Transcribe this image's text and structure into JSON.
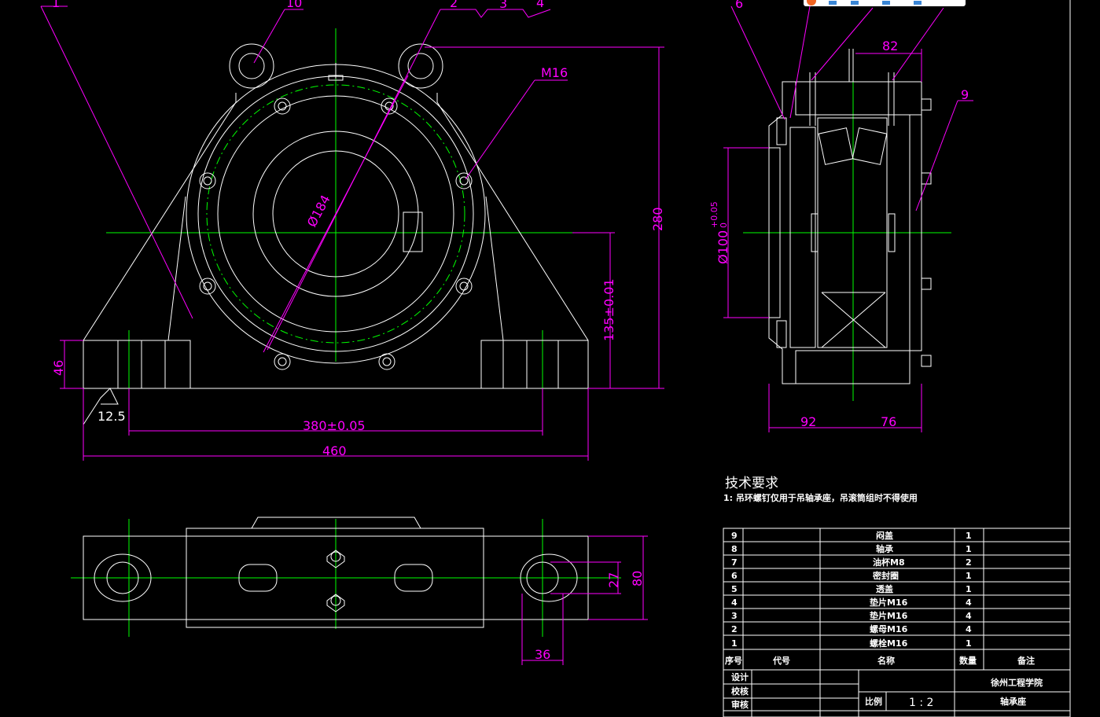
{
  "front_view": {
    "part_labels": [
      "1",
      "10",
      "2",
      "3",
      "4"
    ],
    "dims": {
      "bolt_callout": "M16",
      "bore_circle": "Ø184",
      "height_total": "280",
      "center_height": "135±0.01",
      "base_height": "46",
      "roughness": "12.5",
      "bolt_spacing": "380±0.05",
      "overall_length": "460"
    }
  },
  "side_view": {
    "part_labels": [
      "6",
      "9"
    ],
    "dims": {
      "top_width": "82",
      "shaft_dia": "Ø100",
      "shaft_tol_upper": "+0.05",
      "shaft_tol_lower": "0",
      "left_width": "92",
      "right_width": "76"
    }
  },
  "top_view": {
    "dims": {
      "slot_width": "27",
      "base_width": "80",
      "slot_length": "36"
    }
  },
  "notes": {
    "title": "技术要求",
    "line1": "1: 吊环螺钉仅用于吊轴承座，吊滚筒组时不得使用"
  },
  "bom": {
    "rows": [
      {
        "no": "9",
        "name": "闷盖",
        "qty": "1"
      },
      {
        "no": "8",
        "name": "轴承",
        "qty": "1"
      },
      {
        "no": "7",
        "name": "油杯M8",
        "qty": "2"
      },
      {
        "no": "6",
        "name": "密封圈",
        "qty": "1"
      },
      {
        "no": "5",
        "name": "透盖",
        "qty": "1"
      },
      {
        "no": "4",
        "name": "垫片M16",
        "qty": "4"
      },
      {
        "no": "3",
        "name": "垫片M16",
        "qty": "4"
      },
      {
        "no": "2",
        "name": "螺母M16",
        "qty": "4"
      },
      {
        "no": "1",
        "name": "螺栓M16",
        "qty": "1"
      }
    ],
    "header": {
      "no": "序号",
      "code": "代号",
      "name": "名称",
      "qty": "数量",
      "remark": "备注"
    }
  },
  "title_block": {
    "design": "设计",
    "check": "校核",
    "review": "审核",
    "school": "徐州工程学院",
    "scale_label": "比例",
    "scale": "1 : 2",
    "drawing_name": "轴承座"
  },
  "colors": {
    "background": "#000000",
    "outline": "#ffffff",
    "centerline": "#00ff00",
    "dimension": "#ff00ff"
  }
}
